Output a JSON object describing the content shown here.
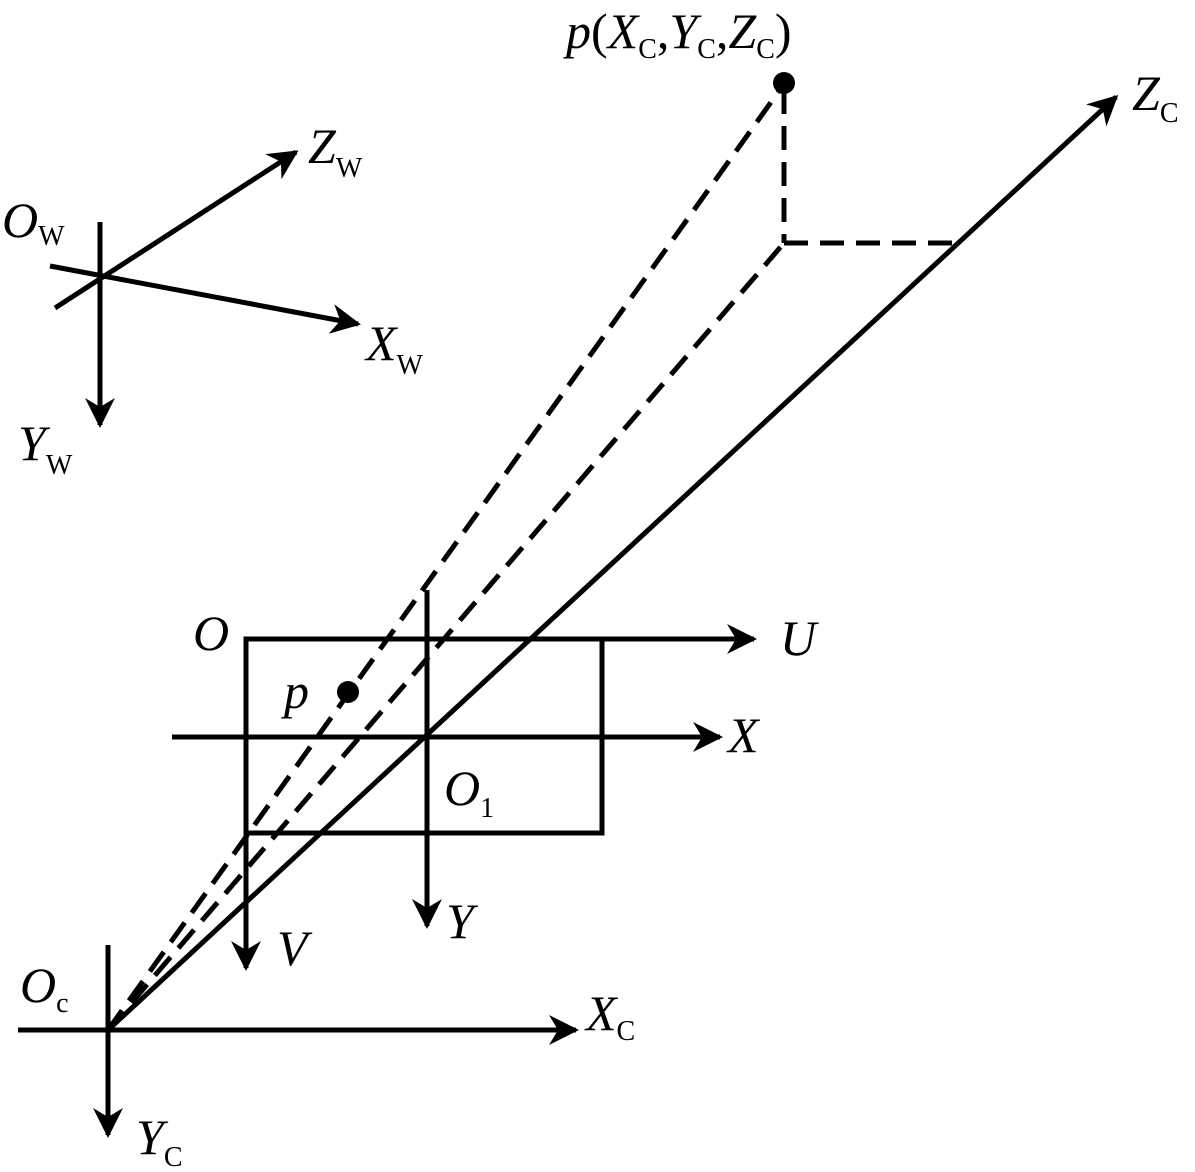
{
  "world_frame": {
    "origin_label": "O",
    "origin_sub": "W",
    "x_label": "X",
    "x_sub": "W",
    "y_label": "Y",
    "y_sub": "W",
    "z_label": "Z",
    "z_sub": "W"
  },
  "camera_frame": {
    "origin_label": "O",
    "origin_sub": "c",
    "x_label": "X",
    "x_sub": "C",
    "y_label": "Y",
    "y_sub": "C",
    "z_label": "Z",
    "z_sub": "C"
  },
  "image_pixel_frame": {
    "origin_label": "O",
    "u_label": "U",
    "v_label": "V"
  },
  "image_plane_frame": {
    "origin_label": "O",
    "origin_sub": "1",
    "x_label": "X",
    "y_label": "Y"
  },
  "points": {
    "world_point": {
      "name": "p",
      "open": "(",
      "x": "X",
      "x_sub": "C",
      "comma1": ",",
      "y": "Y",
      "y_sub": "C",
      "comma2": ",",
      "z": "Z",
      "z_sub": "C",
      "close": ")"
    },
    "image_point": {
      "name": "p"
    }
  }
}
